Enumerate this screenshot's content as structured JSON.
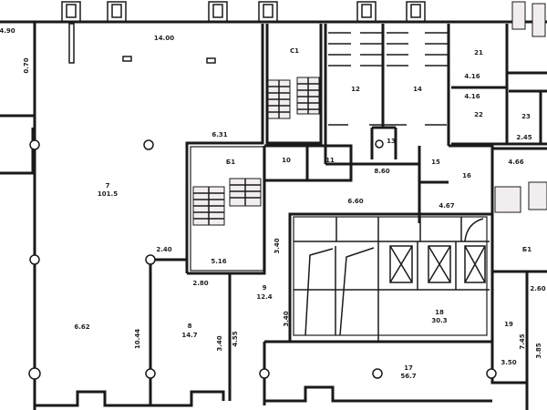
{
  "title": "Floor plan",
  "rooms": [
    {
      "id": "7",
      "area": "101.5"
    },
    {
      "id": "C1"
    },
    {
      "id": "12"
    },
    {
      "id": "14"
    },
    {
      "id": "13"
    },
    {
      "id": "10"
    },
    {
      "id": "11"
    },
    {
      "id": "15"
    },
    {
      "id": "16"
    },
    {
      "id": "21"
    },
    {
      "id": "22"
    },
    {
      "id": "23"
    },
    {
      "id": "Б1"
    },
    {
      "id": "Б1"
    },
    {
      "id": "9",
      "area": "12.4"
    },
    {
      "id": "8",
      "area": "14.7"
    },
    {
      "id": "18",
      "area": "30.3"
    },
    {
      "id": "19"
    },
    {
      "id": "17",
      "area": "56.7"
    }
  ],
  "dimensions": [
    "14.00",
    "6.31",
    "4.16",
    "4.16",
    "2.45",
    "8.60",
    "6.60",
    "4.67",
    "4.66",
    "2.40",
    "5.16",
    "2.80",
    "6.62",
    "10.44",
    "3.40",
    "4.55",
    "2.60",
    "7.45",
    "3.85",
    "3.50",
    "3.40",
    "3.40",
    "0.70",
    "4.90"
  ]
}
